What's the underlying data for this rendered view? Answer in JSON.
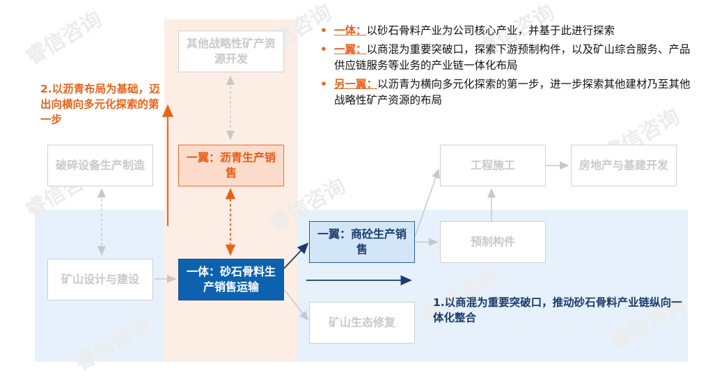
{
  "boxes": {
    "other_minerals": "其他战略性矿产资源开发",
    "asphalt": "一翼：沥青生产销售",
    "crushing": "破碎设备生产制造",
    "mine_design": "矿山设计与建设",
    "core": "一体：砂石骨料生产销售运输",
    "concrete": "一翼：商砼生产销售",
    "eco": "矿山生态修复",
    "prefab": "预制构件",
    "construction": "工程施工",
    "real_estate": "房地产与基建开发"
  },
  "notes": {
    "left": "2.以沥青布局为基础，迈出向横向多元化探索的第一步",
    "right": "1.以商混为重要突破口，推动砂石骨料产业链纵向一体化整合"
  },
  "bullets": [
    {
      "key": "一体：",
      "text": "以砂石骨料产业为公司核心产业，并基于此进行探索"
    },
    {
      "key": "一翼：",
      "text": "以商混为重要突破口，探索下游预制构件，以及矿山综合服务、产品供应链服务等业务的产业链一体化布局"
    },
    {
      "key": "另一翼：",
      "text": "以沥青为横向多元化探索的第一步，进一步探索其他建材乃至其他战略性矿产资源的布局"
    }
  ],
  "watermark": "睿信咨询",
  "colors": {
    "orange": "#e8621a",
    "core_blue": "#0d62b0",
    "navy": "#1a3b6b",
    "light_blue_band": "#e6f1fb",
    "peach_band": "#fdeee5"
  }
}
